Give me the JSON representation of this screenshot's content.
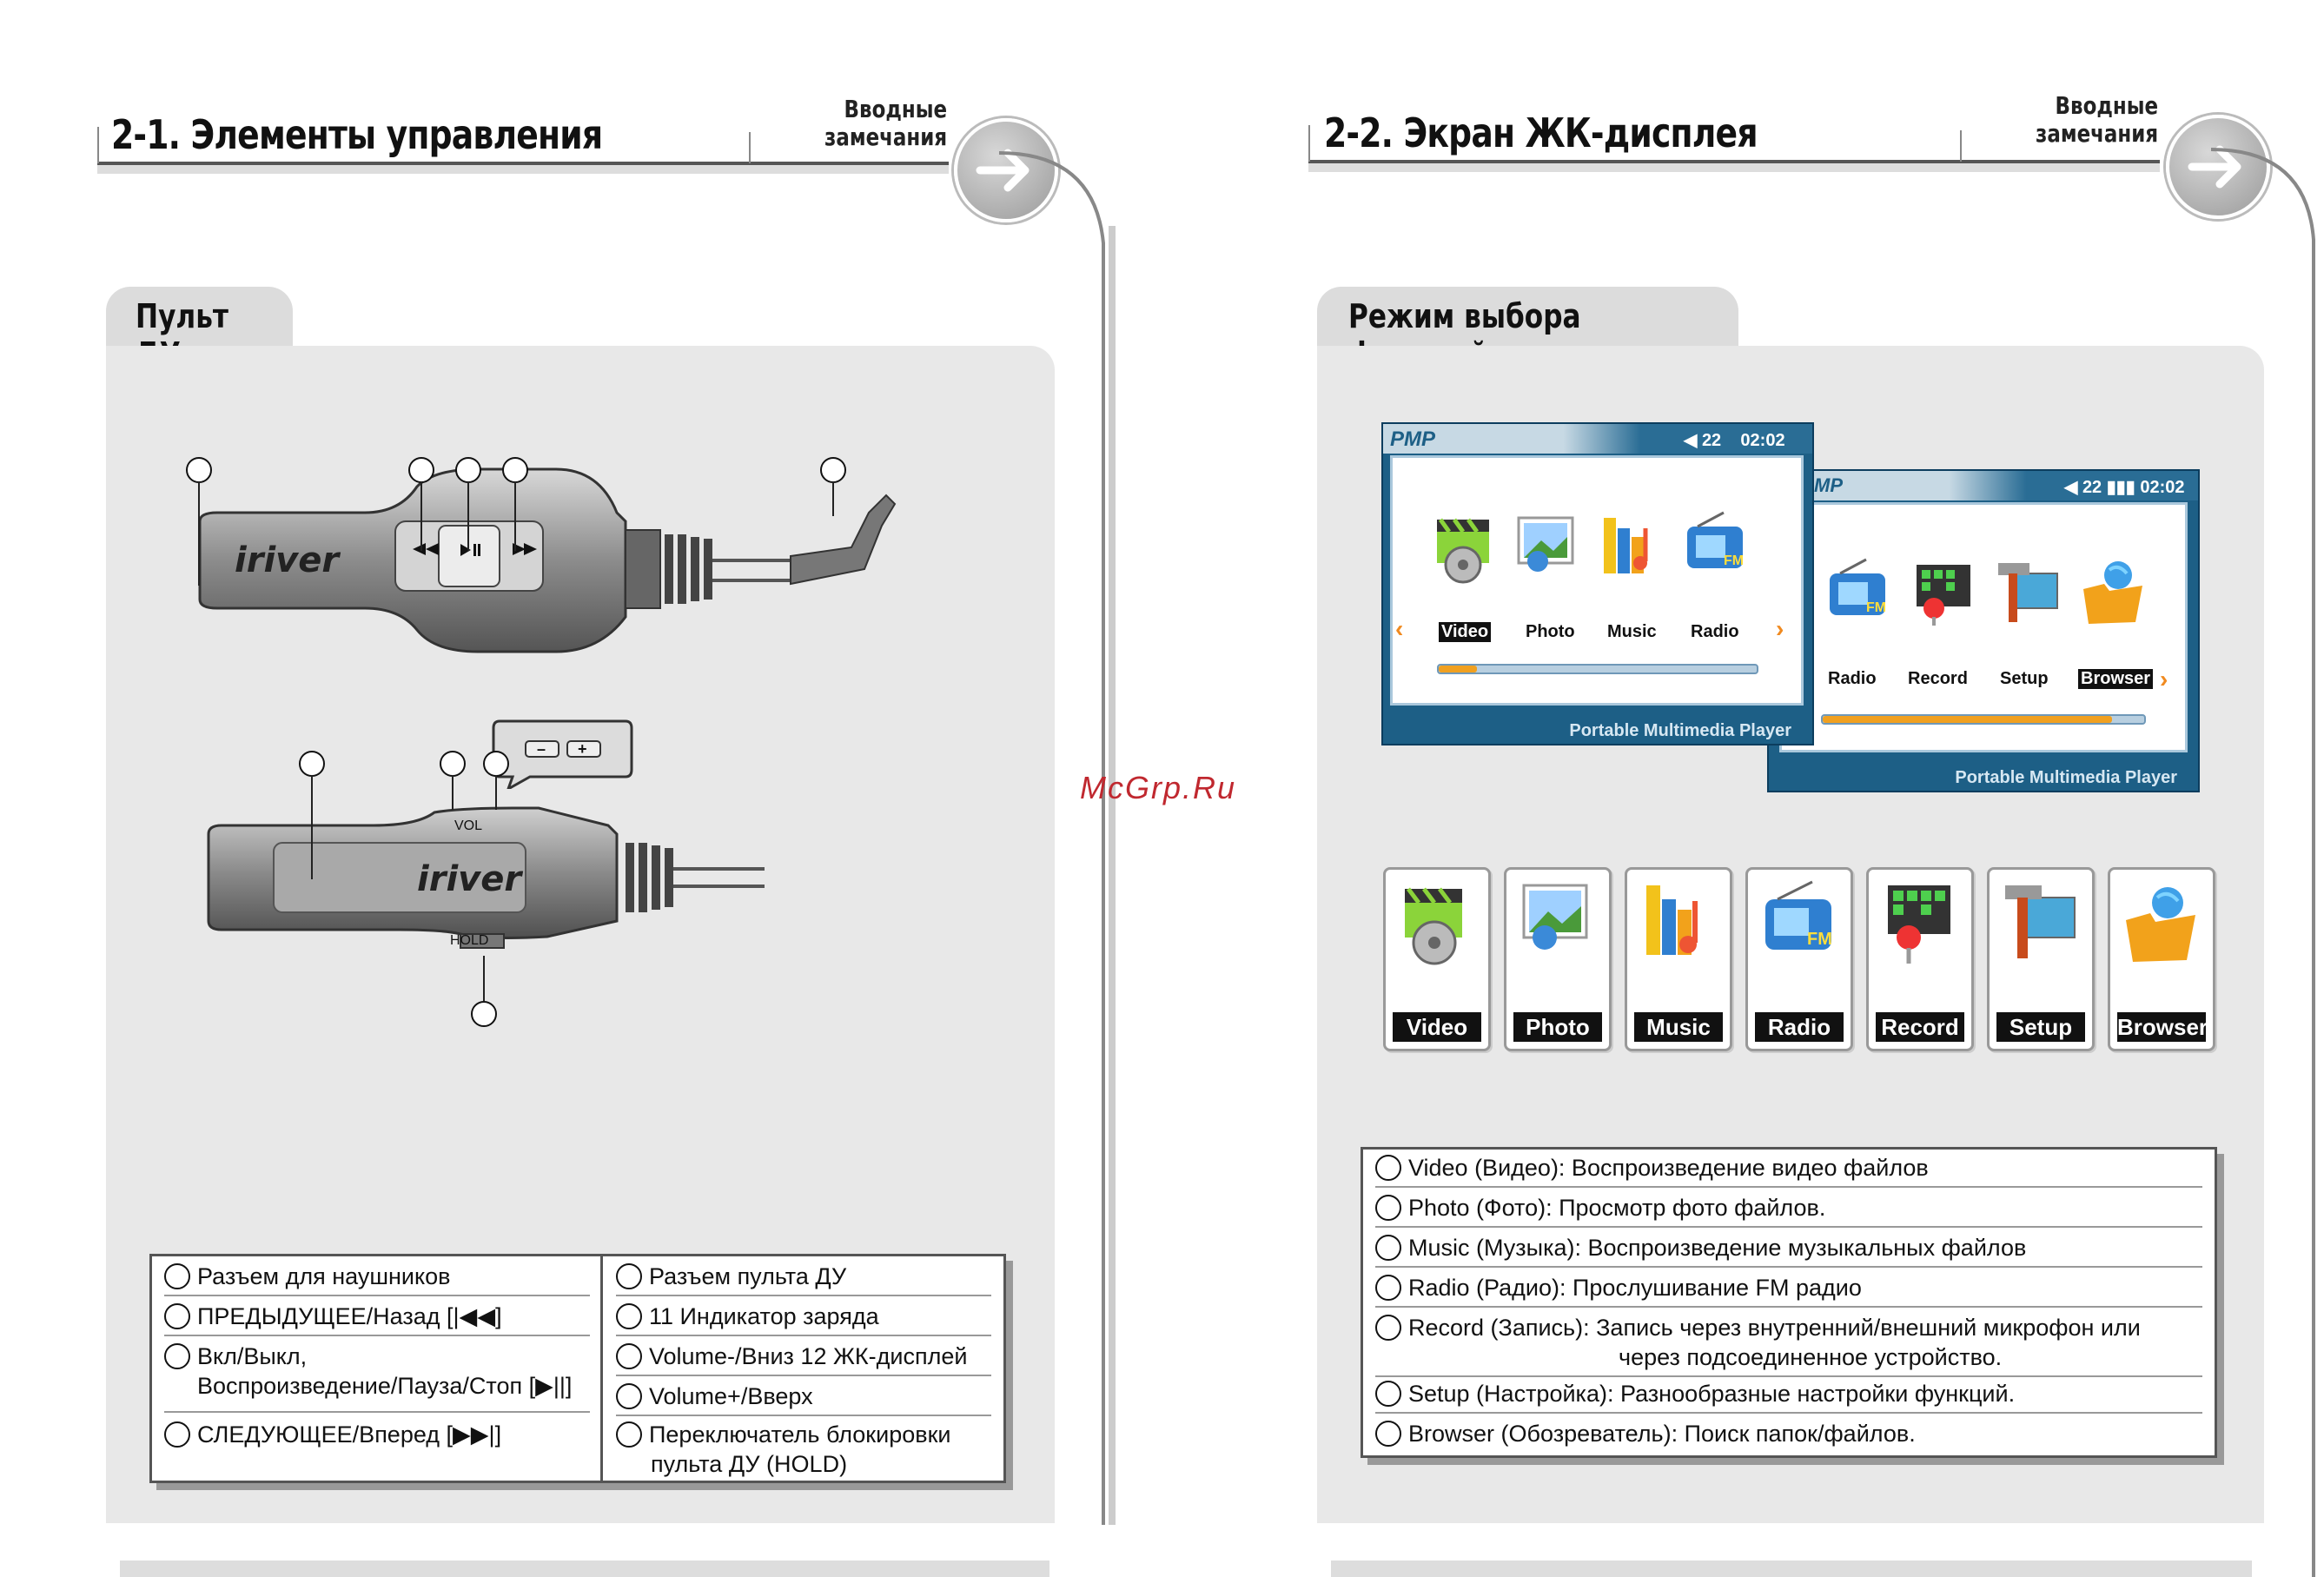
{
  "left_page": {
    "title": "2-1. Элементы управления",
    "section": [
      "Вводные",
      "замечания"
    ],
    "tab": "Пульт ДУ",
    "remote_brand": "iriver",
    "remote_labels": {
      "vol": "VOL",
      "hold": "HOLD",
      "minus": "–",
      "plus": "+"
    },
    "legend_left": [
      "Разъем для наушников",
      "ПРЕДЫДУЩЕЕ/Назад [|◀◀]",
      "Вкл/Выкл,",
      "Воспроизведение/Пауза/Стоп [▶||]",
      "СЛЕДУЮЩЕЕ/Вперед [▶▶|]"
    ],
    "legend_right": [
      "Разъем пульта ДУ",
      "11 Индикатор заряда",
      "Volume-/Вниз 12 ЖК-дисплей",
      "Volume+/Вверх",
      "Переключатель блокировки",
      "пульта ДУ (HOLD)"
    ]
  },
  "right_page": {
    "title": "2-2. Экран ЖК-дисплея",
    "section": [
      "Вводные",
      "замечания"
    ],
    "tab": "Режим выбора функций",
    "screen1": {
      "logo": "PMP",
      "volume": "22",
      "time": "02:02",
      "items": [
        "Video",
        "Photo",
        "Music",
        "Radio"
      ],
      "selected": "Video",
      "footer": "Portable Multimedia Player",
      "progress": 0.12
    },
    "screen2": {
      "logo": "MP",
      "volume": "22",
      "time": "02:02",
      "items": [
        "Radio",
        "Record",
        "Setup",
        "Browser"
      ],
      "selected": "Browser",
      "footer": "Portable Multimedia Player",
      "progress": 0.9
    },
    "icons": [
      "Video",
      "Photo",
      "Music",
      "Radio",
      "Record",
      "Setup",
      "Browser"
    ],
    "descriptions": [
      "Video (Видео): Воспроизведение видео файлов",
      "Photo (Фото): Просмотр фото файлов.",
      "Music (Музыка): Воспроизведение музыкальных файлов",
      "Radio (Радио): Прослушивание FM радио",
      "Record (Запись): Запись через внутренний/внешний микрофон или",
      "через подсоединенное устройство.",
      "Setup (Настройка): Разнообразные настройки функций.",
      "Browser (Обозреватель): Поиск папок/файлов."
    ]
  },
  "watermark": "McGrp.Ru",
  "colors": {
    "panel": "#e8e8e8",
    "tab": "#dcdcdc",
    "screen_blue": "#1d5f86",
    "accent_orange": "#f0a020",
    "watermark": "#c0282f"
  }
}
